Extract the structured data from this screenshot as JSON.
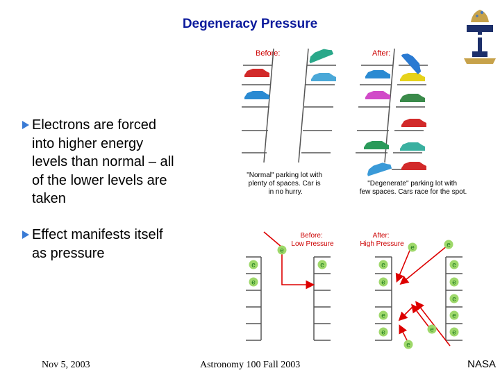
{
  "slide": {
    "title": "Degeneracy Pressure",
    "bullets": [
      "Electrons are forced\ninto higher energy\nlevels than normal – all\nof the lower levels are\ntaken",
      "Effect manifests itself\nas pressure"
    ],
    "footer_left": "Nov 5, 2003",
    "footer_center": "Astronomy 100 Fall 2003",
    "footer_right": "NASA"
  },
  "parking_figure": {
    "before_label": "Before:",
    "after_label": "After:",
    "before_caption": "\"Normal\" parking lot with\nplenty of spaces. Car is\nin no hurry.",
    "after_caption": "\"Degenerate\" parking lot with\nfew spaces. Cars race for the spot."
  },
  "electron_figure": {
    "before_label": "Before:\nLow Pressure",
    "after_label": "After:\nHigh Pressure",
    "electron_symbol": "e"
  },
  "colors": {
    "title": "#0b1a9c",
    "figure_label": "#cc0000",
    "arrow": "#dd0000",
    "electron_fill": "#9ed86a",
    "electron_text": "#1e7a1e",
    "bullet_marker": "#3a7bd5"
  }
}
